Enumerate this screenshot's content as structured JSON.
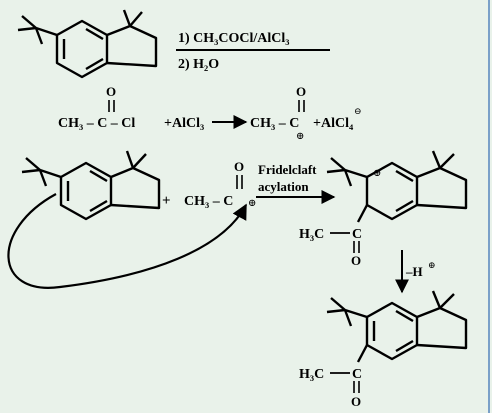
{
  "colors": {
    "background": "#e9f2ea",
    "ink": "#000000",
    "frame": "#7aa0c8"
  },
  "step_one": {
    "reagent_1": "1) CH₃COCl/AlCl₃",
    "reagent_2": "2) H₂O"
  },
  "acylium_formation": {
    "reactant_group": "CH₃ – C – Cl",
    "lewis_acid": "+AlCl₃",
    "product_group": "CH₃ – C",
    "byproduct": "+AlCl₄",
    "oxygen_symbol": "O",
    "plus_charge": "⊕",
    "minus_charge": "⊖"
  },
  "friedel_crafts": {
    "plus_sign": "+",
    "electrophile": "CH₃ – C",
    "oxygen_symbol": "O",
    "plus_charge": "⊕",
    "arrow_label_1": "Fridelclaft",
    "arrow_label_2": "acylation"
  },
  "sigma_complex": {
    "acetyl_methyl": "H₃C",
    "carbonyl_carbon": "C",
    "oxygen_symbol": "O",
    "ring_charge": "⊕"
  },
  "deprotonation": {
    "label": "–H",
    "charge": "⊕"
  },
  "final_product": {
    "acetyl_methyl": "H₃C",
    "carbonyl_carbon": "C",
    "oxygen_symbol": "O"
  }
}
